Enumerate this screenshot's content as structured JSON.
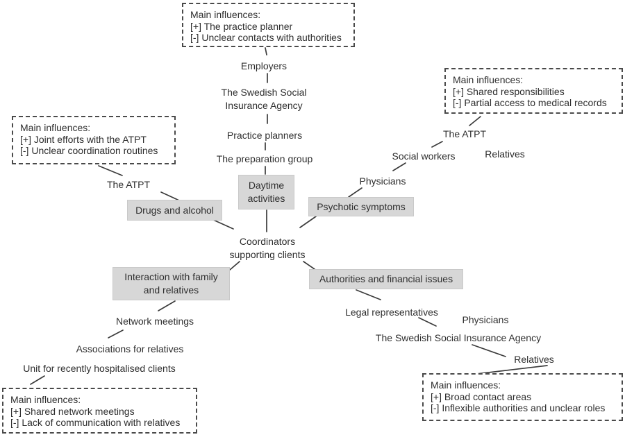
{
  "center_node": "Coordinators\nsupporting clients",
  "gray_nodes": {
    "daytime": "Daytime\nactivities",
    "drugs": "Drugs and alcohol",
    "psychotic": "Psychotic symptoms",
    "interaction": "Interaction with family\nand relatives",
    "authorities": "Authorities and financial issues"
  },
  "labels": {
    "employers": "Employers",
    "ssia_top": "The Swedish Social\nInsurance Agency",
    "practice_planners": "Practice planners",
    "preparation_group": "The preparation group",
    "atpt_left": "The ATPT",
    "physicians_right": "Physicians",
    "social_workers": "Social workers",
    "atpt_right": "The ATPT",
    "relatives_right": "Relatives",
    "network_meetings": "Network meetings",
    "associations": "Associations for relatives",
    "unit_hospitalised": "Unit for recently hospitalised clients",
    "legal_representatives": "Legal representatives",
    "physicians_bottom": "Physicians",
    "ssia_bottom": "The Swedish Social Insurance Agency",
    "relatives_bottom": "Relatives"
  },
  "influences": {
    "top": {
      "title": "Main influences:",
      "plus": "[+] The practice planner",
      "minus": "[-] Unclear contacts with authorities"
    },
    "left": {
      "title": "Main influences:",
      "plus": "[+] Joint efforts with the ATPT",
      "minus": "[-] Unclear coordination routines"
    },
    "right": {
      "title": "Main influences:",
      "plus": "[+] Shared responsibilities",
      "minus": "[-] Partial access to medical records"
    },
    "bottom_left": {
      "title": "Main influences:",
      "plus": "[+] Shared network meetings",
      "minus": "[-] Lack of communication with relatives"
    },
    "bottom_right": {
      "title": "Main influences:",
      "plus": "[+] Broad contact areas",
      "minus": "[-] Inflexible authorities and unclear roles"
    }
  },
  "colors": {
    "node_fill": "#d7d7d7",
    "text": "#2e2e2e",
    "line": "#3a3a3a",
    "dashed_border": "#4a4a4a",
    "background": "#ffffff"
  }
}
